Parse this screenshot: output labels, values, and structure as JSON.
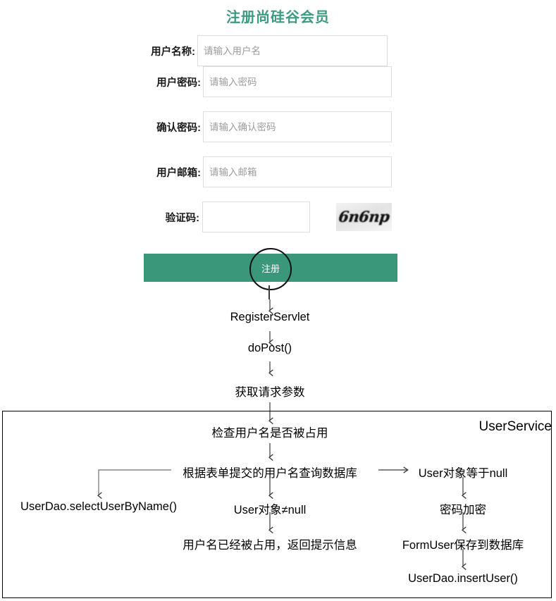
{
  "page": {
    "title": "注册尚硅谷会员",
    "title_color": "#3d9b80",
    "button_color": "#3a9779"
  },
  "form": {
    "fields": [
      {
        "label": "用户名称:",
        "placeholder": "请输入用户名",
        "value": "",
        "type": "text"
      },
      {
        "label": "用户密码:",
        "placeholder": "请输入密码",
        "value": "",
        "type": "password"
      },
      {
        "label": "确认密码:",
        "placeholder": "请输入确认密码",
        "value": "",
        "type": "password"
      },
      {
        "label": "用户邮箱:",
        "placeholder": "请输入邮箱",
        "value": "",
        "type": "text"
      },
      {
        "label": "验证码:",
        "placeholder": "",
        "value": "",
        "type": "text"
      }
    ],
    "captcha_text": "6n6np",
    "submit_label": "注册"
  },
  "flow": {
    "nodes": {
      "register_servlet": "RegisterServlet",
      "do_post": "doPost()",
      "get_params": "获取请求参数",
      "check_username": "检查用户名是否被占用",
      "query_db": "根据表单提交的用户名查询数据库",
      "select_user": "UserDao.selectUserByName()",
      "user_not_null": "User对象≠null",
      "username_taken": "用户名已经被占用，返回提示信息",
      "user_is_null": "User对象等于null",
      "encrypt_password": "密码加密",
      "save_form_user": "FormUser保存到数据库",
      "insert_user": "UserDao.insertUser()"
    },
    "service_box_label": "UserService"
  }
}
